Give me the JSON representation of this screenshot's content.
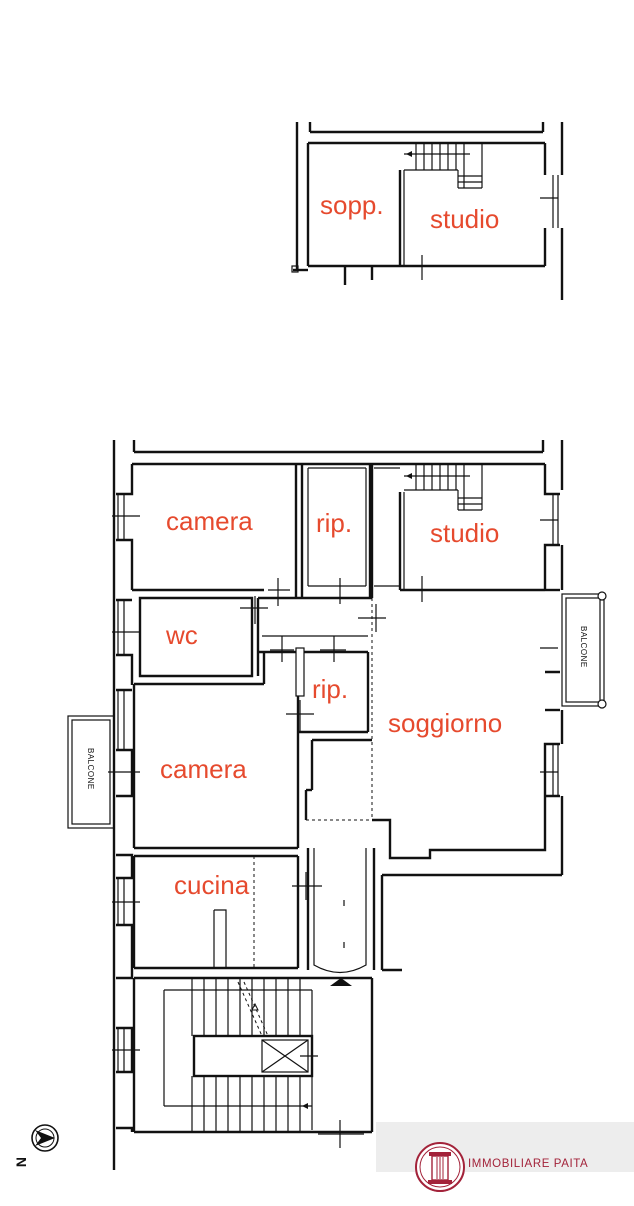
{
  "rooms_upper": [
    {
      "id": "sopp",
      "label": "sopp."
    },
    {
      "id": "studio_upper",
      "label": "studio"
    }
  ],
  "rooms_lower": [
    {
      "id": "camera1",
      "label": "camera"
    },
    {
      "id": "rip1",
      "label": "rip."
    },
    {
      "id": "studio_lower",
      "label": "studio"
    },
    {
      "id": "wc",
      "label": "wc"
    },
    {
      "id": "rip2",
      "label": "rip."
    },
    {
      "id": "soggiorno",
      "label": "soggiorno"
    },
    {
      "id": "camera2",
      "label": "camera"
    },
    {
      "id": "cucina",
      "label": "cucina"
    }
  ],
  "balconies": [
    {
      "id": "balcone_right",
      "label": "BALCONE"
    },
    {
      "id": "balcone_left",
      "label": "BALCONE"
    }
  ],
  "agency": {
    "name": "IMMOBILIARE PAITA"
  },
  "compass": {
    "letter": "N"
  },
  "colors": {
    "room_label": "#e64a2e",
    "logo": "#a3233a",
    "walls": "#111111",
    "logo_bg": "#ededed"
  }
}
